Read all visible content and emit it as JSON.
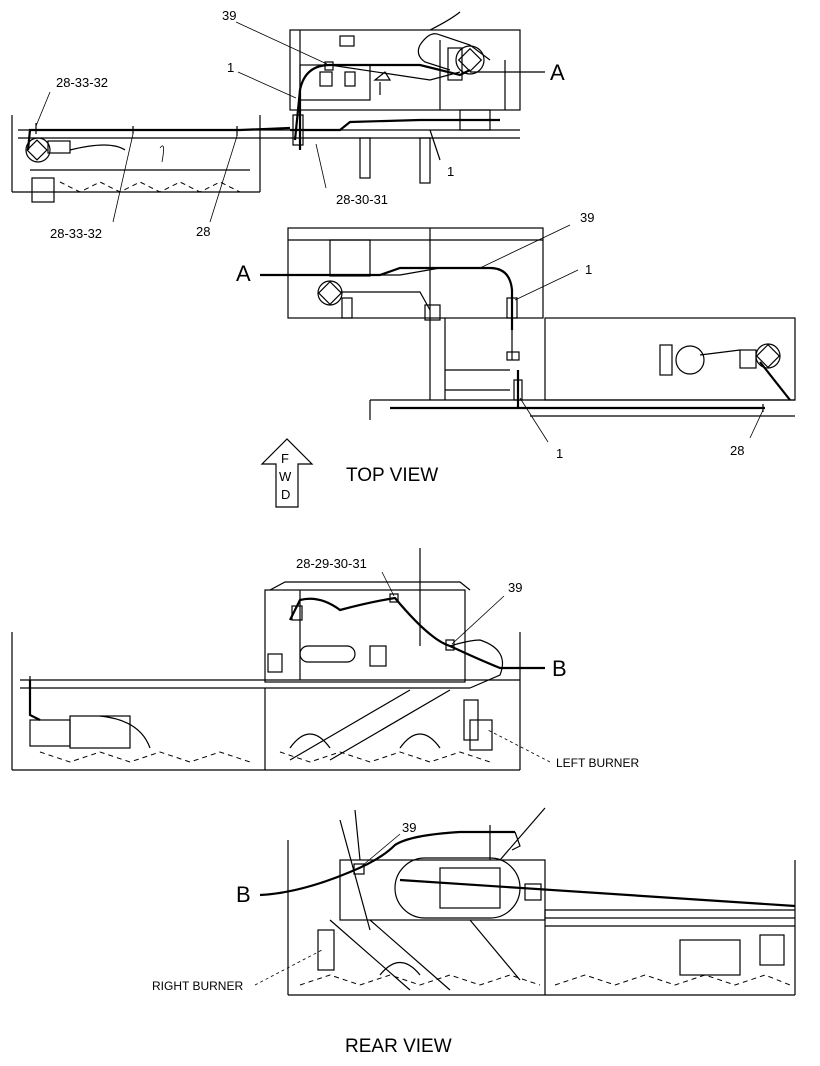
{
  "callouts": {
    "c39_top": "39",
    "c1_top_a": "1",
    "a_top": "A",
    "c28_33_32_top": "28-33-32",
    "c1_top_b": "1",
    "c28_33_32_bottom": "28-33-32",
    "c28_top": "28",
    "c28_30_31": "28-30-31",
    "c39_mid": "39",
    "c1_mid": "1",
    "a_mid": "A",
    "c1_mid_b": "1",
    "c28_mid": "28",
    "c28_29_30_31": "28-29-30-31",
    "c39_rear": "39",
    "b_rear": "B",
    "left_burner": "LEFT BURNER",
    "c39_rear2": "39",
    "b_rear2": "B",
    "right_burner": "RIGHT BURNER"
  },
  "fwd_arrow": {
    "l1": "F",
    "l2": "W",
    "l3": "D"
  },
  "views": {
    "top": "TOP VIEW",
    "rear": "REAR VIEW"
  }
}
